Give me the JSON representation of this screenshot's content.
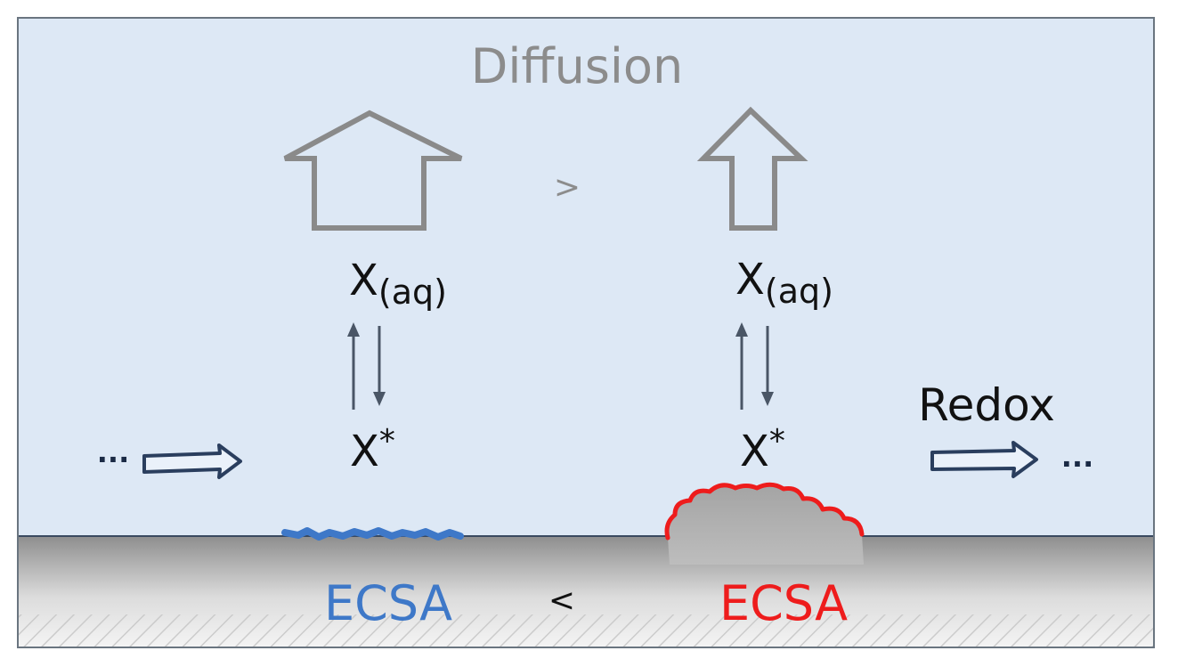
{
  "labels": {
    "diffusion": "Diffusion",
    "greater": ">",
    "less": "<",
    "species_base": "X",
    "species_aq_sub": "(aq)",
    "species_adsorbed_sup": "*",
    "redox": "Redox",
    "ellipsis": "···",
    "ecsa_left": "ECSA",
    "ecsa_right": "ECSA"
  },
  "colors": {
    "solution_bg": "#dde8f5",
    "frame": "#6a7580",
    "diffusion_text": "#8c8c8c",
    "diffusion_arrow": "#8a8a8a",
    "flow_arrow": "#2a3e5e",
    "equilibrium_arrow": "#4a5666",
    "ecsa_left": "#3e78c8",
    "ecsa_right": "#ee1c1c",
    "surface_top": "#8e8e8e",
    "surface_bottom": "#f2f2f2"
  }
}
